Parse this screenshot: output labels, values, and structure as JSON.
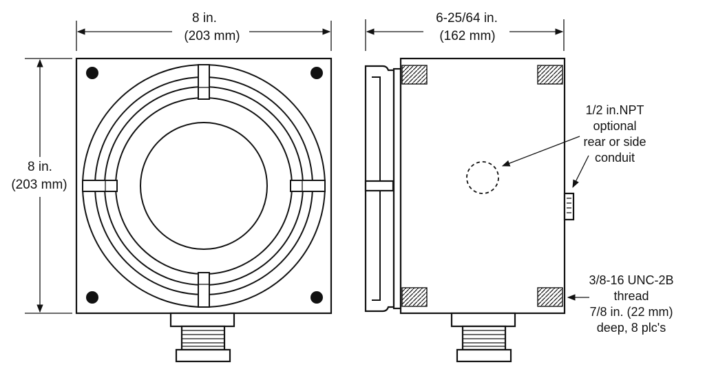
{
  "front_view": {
    "width_dim": {
      "line1": "8 in.",
      "line2": "(203 mm)"
    },
    "height_dim": {
      "line1": "8 in.",
      "line2": "(203 mm)"
    }
  },
  "side_view": {
    "depth_dim": {
      "line1": "6-25/64 in.",
      "line2": "(162 mm)"
    },
    "conduit_note": [
      "1/2 in.NPT",
      "optional",
      "rear or side",
      "conduit"
    ],
    "thread_note": [
      "3/8-16 UNC-2B",
      "thread",
      "7/8 in. (22 mm)",
      "deep, 8 plc's"
    ]
  }
}
